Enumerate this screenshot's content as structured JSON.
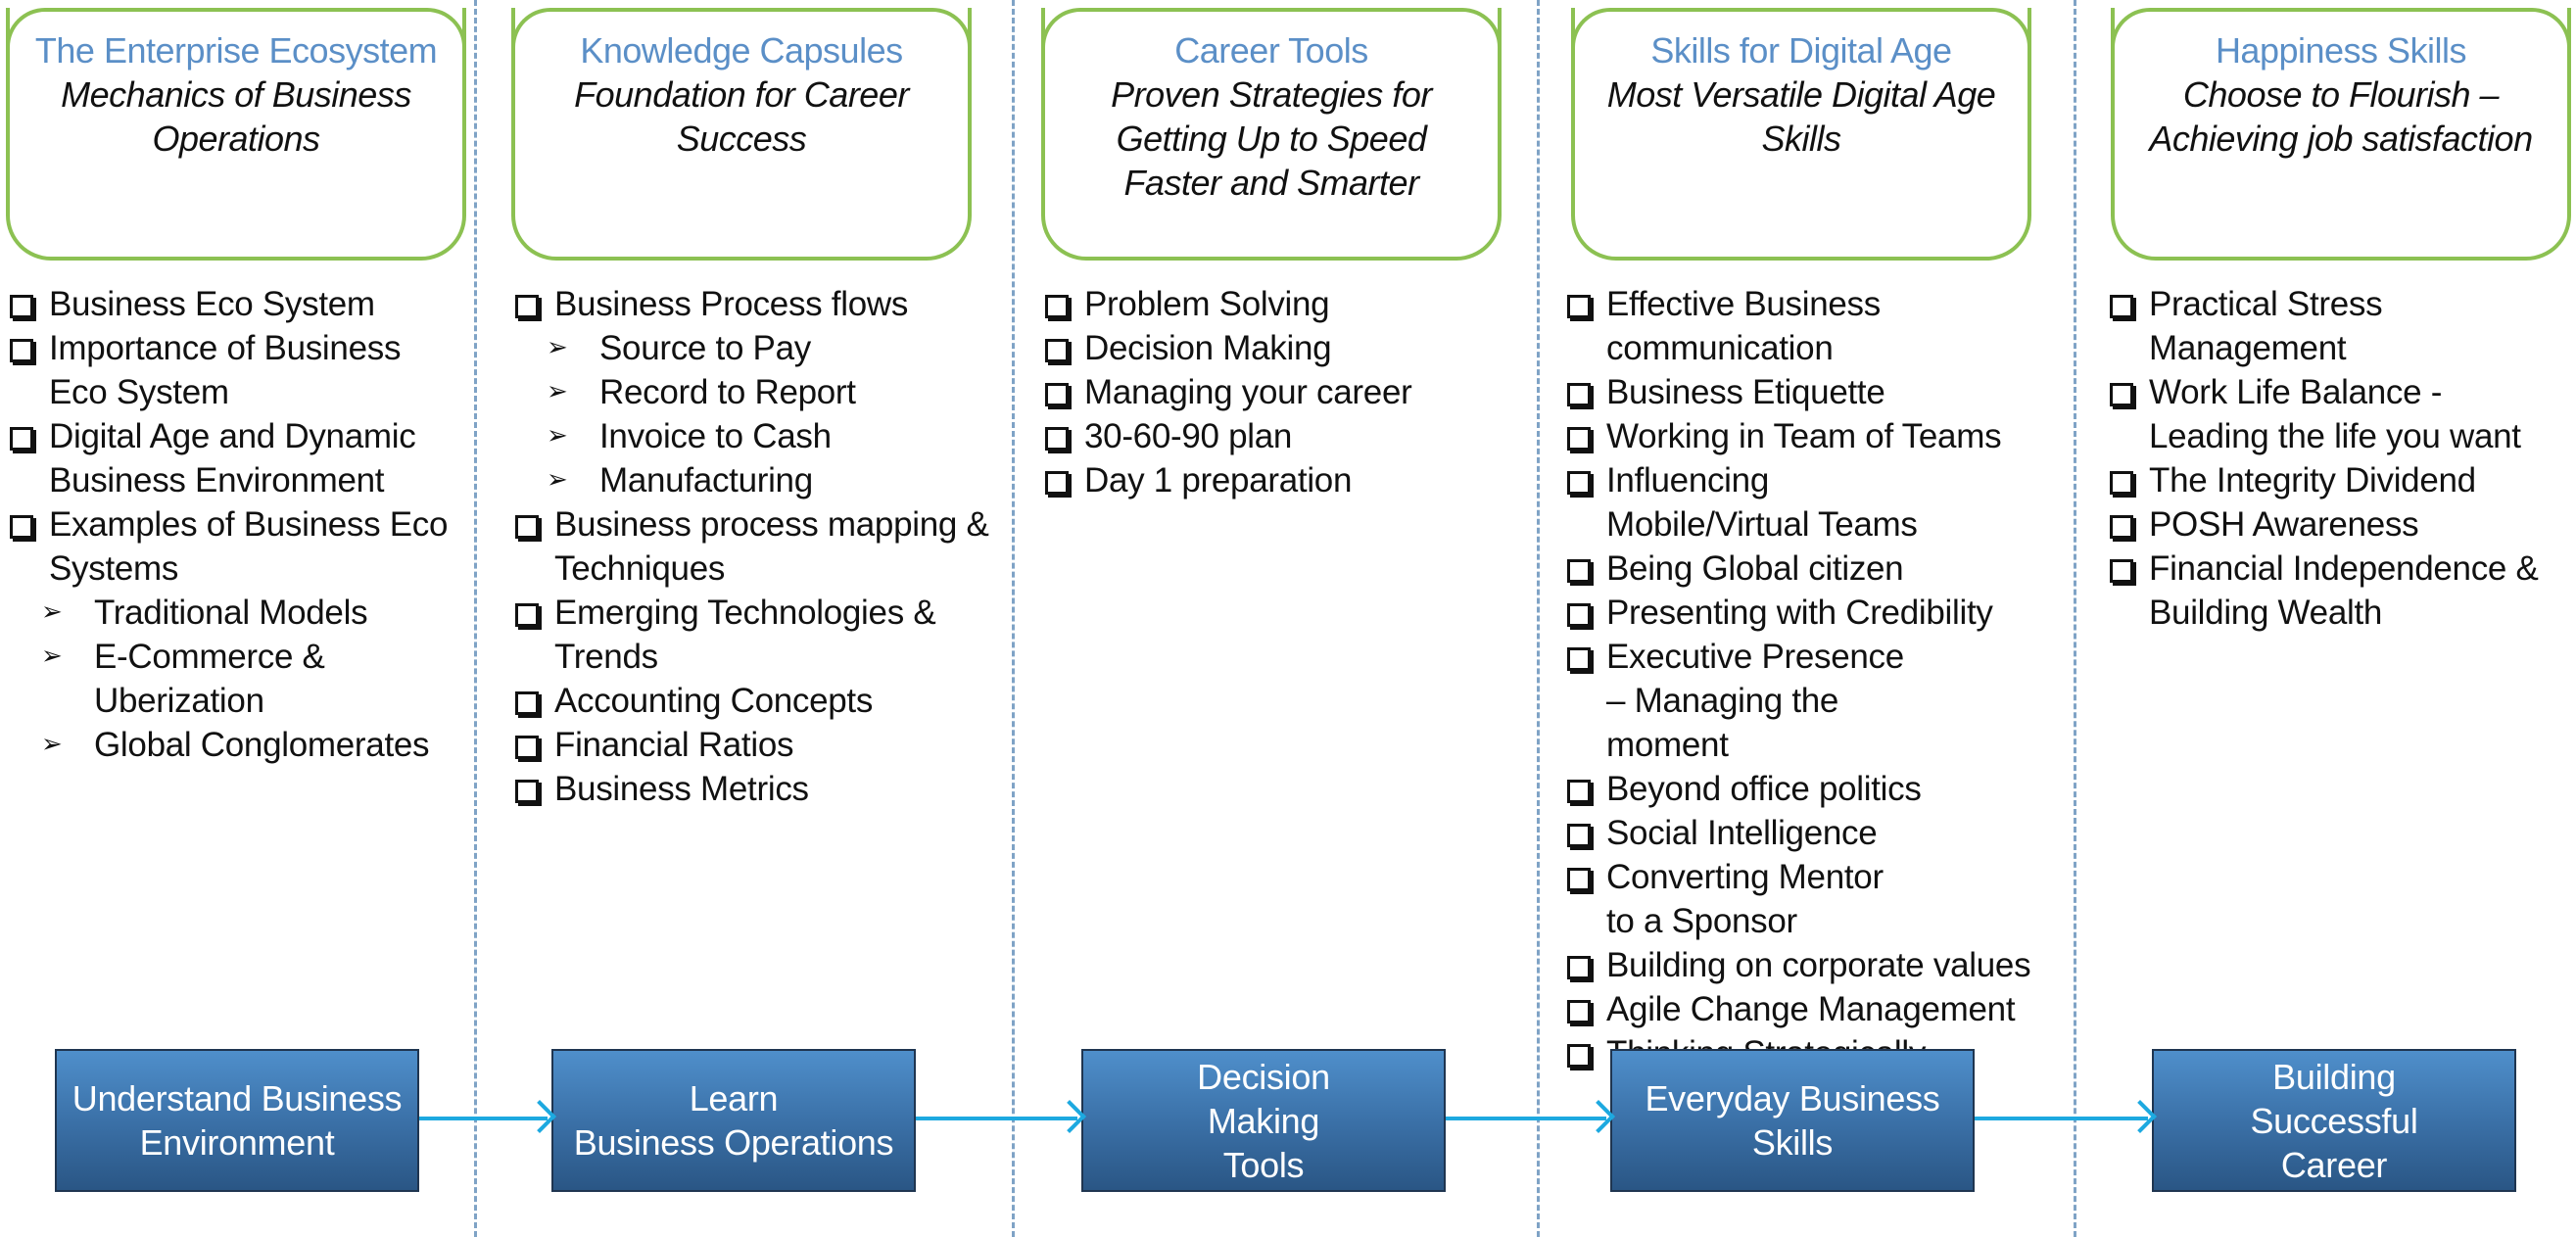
{
  "columns": [
    {
      "title": "The Enterprise Ecosystem",
      "subtitle": "Mechanics of Business Operations",
      "items": [
        {
          "text": "Business Eco System",
          "level": "main"
        },
        {
          "text": "Importance of Business Eco System",
          "level": "main"
        },
        {
          "text": "Digital Age and Dynamic Business Environment",
          "level": "main"
        },
        {
          "text": "Examples of Business Eco Systems",
          "level": "main"
        },
        {
          "text": "Traditional Models",
          "level": "sub"
        },
        {
          "text": "E-Commerce & Uberization",
          "level": "sub"
        },
        {
          "text": "Global Conglomerates",
          "level": "sub"
        }
      ]
    },
    {
      "title": "Knowledge Capsules",
      "subtitle": "Foundation for Career Success",
      "items": [
        {
          "text": "Business Process flows",
          "level": "main"
        },
        {
          "text": "Source to Pay",
          "level": "sub"
        },
        {
          "text": "Record to Report",
          "level": "sub"
        },
        {
          "text": "Invoice to Cash",
          "level": "sub"
        },
        {
          "text": "Manufacturing",
          "level": "sub"
        },
        {
          "text": "Business process mapping & Techniques",
          "level": "main"
        },
        {
          "text": "Emerging Technologies & Trends",
          "level": "main"
        },
        {
          "text": "Accounting Concepts",
          "level": "main"
        },
        {
          "text": "Financial Ratios",
          "level": "main"
        },
        {
          "text": "Business Metrics",
          "level": "main"
        }
      ]
    },
    {
      "title": "Career Tools",
      "subtitle": "Proven Strategies for Getting Up to Speed Faster and Smarter",
      "items": [
        {
          "text": "Problem Solving",
          "level": "main"
        },
        {
          "text": "Decision Making",
          "level": "main"
        },
        {
          "text": "Managing your career",
          "level": "main"
        },
        {
          "text": "30-60-90 plan",
          "level": "main"
        },
        {
          "text": "Day 1 preparation",
          "level": "main"
        }
      ]
    },
    {
      "title": "Skills for Digital Age",
      "subtitle": "Most Versatile Digital Age Skills",
      "items": [
        {
          "text": "Effective Business communication",
          "level": "main"
        },
        {
          "text": "Business Etiquette",
          "level": "main"
        },
        {
          "text": "Working in Team of Teams",
          "level": "main"
        },
        {
          "text": "Influencing Mobile/Virtual Teams",
          "level": "main"
        },
        {
          "text": "Being Global citizen",
          "level": "main"
        },
        {
          "text": "Presenting with Credibility",
          "level": "main"
        },
        {
          "text": "Executive Presence – Managing the moment",
          "level": "main"
        },
        {
          "text": "Beyond office politics",
          "level": "main"
        },
        {
          "text": "Social Intelligence",
          "level": "main"
        },
        {
          "text": "Converting Mentor to a Sponsor",
          "level": "main"
        },
        {
          "text": "Building on corporate values",
          "level": "main"
        },
        {
          "text": "Agile Change Management",
          "level": "main"
        },
        {
          "text": "Thinking Strategically",
          "level": "main"
        }
      ]
    },
    {
      "title": "Happiness Skills",
      "subtitle": "Choose to Flourish – Achieving job satisfaction",
      "items": [
        {
          "text": "Practical Stress Management",
          "level": "main"
        },
        {
          "text": "Work Life Balance - Leading the life you want",
          "level": "main"
        },
        {
          "text": "The Integrity Dividend",
          "level": "main"
        },
        {
          "text": "POSH Awareness",
          "level": "main"
        },
        {
          "text": "Financial Independence & Building Wealth",
          "level": "main"
        }
      ]
    }
  ],
  "flow": [
    {
      "label": "Understand Business\nEnvironment"
    },
    {
      "label": "Learn\nBusiness Operations"
    },
    {
      "label": "Decision\nMaking\nTools"
    },
    {
      "label": "Everyday Business\nSkills"
    },
    {
      "label": "Building\nSuccessful\nCareer"
    }
  ],
  "colors": {
    "header_border": "#8cc152",
    "title": "#5b8fc7",
    "flow_box": "#3b71a8",
    "arrow": "#1da9e0",
    "divider": "#7fa3c6"
  }
}
